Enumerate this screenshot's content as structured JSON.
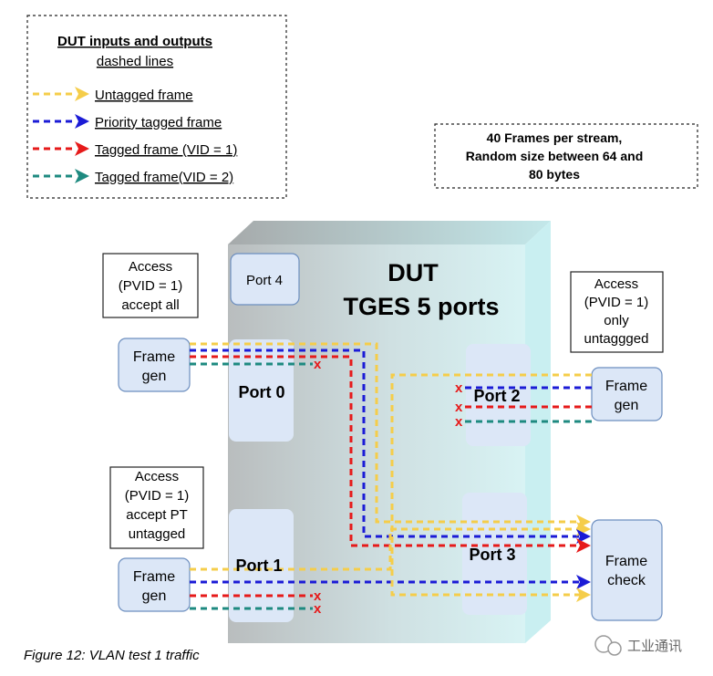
{
  "legend": {
    "title_line1": "DUT inputs and outputs",
    "title_line2": "dashed lines",
    "items": [
      {
        "label": "Untagged frame",
        "color": "#f5cd4a"
      },
      {
        "label": "Priority tagged frame",
        "color": "#1b1bd6"
      },
      {
        "label": "Tagged frame (VID = 1)",
        "color": "#e61a1a"
      },
      {
        "label": "Tagged frame(VID = 2)",
        "color": "#1e8a80"
      }
    ]
  },
  "note": {
    "line1": "40 Frames per stream,",
    "line2": "Random size between 64 and",
    "line3": "80 bytes"
  },
  "dut": {
    "title_line1": "DUT",
    "title_line2": "TGES 5 ports"
  },
  "ports": {
    "port0": "Port 0",
    "port1": "Port 1",
    "port2": "Port 2",
    "port3": "Port 3",
    "port4": "Port 4"
  },
  "access_port0": {
    "line1": "Access",
    "line2": "(PVID = 1)",
    "line3": "accept all"
  },
  "access_port1": {
    "line1": "Access",
    "line2": "(PVID = 1)",
    "line3": "accept PT",
    "line4": "untagged"
  },
  "access_port2": {
    "line1": "Access",
    "line2": "(PVID = 1)",
    "line3": "only",
    "line4": "untaggged"
  },
  "frame_gen_port0": {
    "line1": "Frame",
    "line2": "gen"
  },
  "frame_gen_port1": {
    "line1": "Frame",
    "line2": "gen"
  },
  "frame_gen_port2": {
    "line1": "Frame",
    "line2": "gen"
  },
  "frame_check": {
    "line1": "Frame",
    "line2": "check"
  },
  "drop_mark": "x",
  "caption": "Figure 12: VLAN test 1 traffic",
  "watermark": "工业通讯"
}
